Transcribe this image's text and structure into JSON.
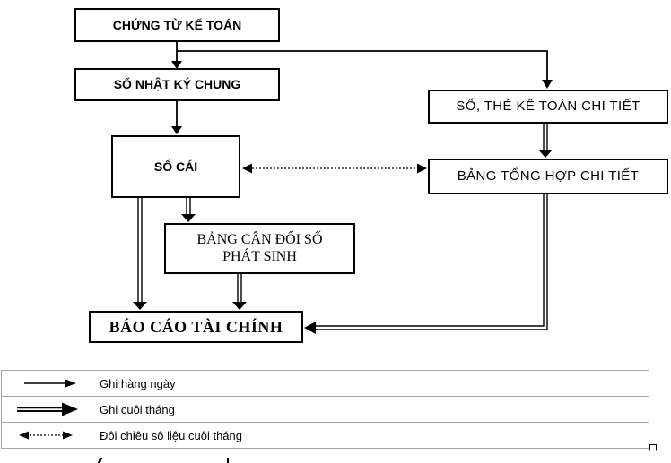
{
  "diagram": {
    "title": "So do hinh thuc ke toan Nhat ky chung (flowchart, no on-screen title)",
    "nodes": {
      "chung_tu": "CHỨNG TỪ KẾ TOÁN",
      "nhat_ky": "SỔ NHẬT KÝ CHUNG",
      "so_cai": "SỔ CÁI",
      "so_the": "SỔ, THẺ KẾ TOÁN CHI TIẾT",
      "tong_hop": "BẢNG TỔNG HỢP CHI TIẾT",
      "can_doi_line1": "BẢNG CÂN ĐỐI SỐ",
      "can_doi_line2": "PHÁT SINH",
      "bao_cao": "BÁO CÁO TÀI CHÍNH"
    },
    "edges": [
      {
        "from": "chung_tu",
        "to": "nhat_ky",
        "style": "single-arrow"
      },
      {
        "from": "chung_tu",
        "to": "so_the",
        "style": "single-arrow"
      },
      {
        "from": "nhat_ky",
        "to": "so_cai",
        "style": "single-arrow"
      },
      {
        "from": "so_the",
        "to": "tong_hop",
        "style": "double-arrow"
      },
      {
        "from": "so_cai",
        "to": "can_doi",
        "style": "double-arrow"
      },
      {
        "from": "so_cai",
        "to": "bao_cao",
        "style": "double-arrow"
      },
      {
        "from": "can_doi",
        "to": "bao_cao",
        "style": "double-arrow"
      },
      {
        "from": "tong_hop",
        "to": "bao_cao",
        "style": "double-arrow"
      },
      {
        "from": "so_cai",
        "to": "tong_hop",
        "style": "dotted-double-arrow"
      }
    ]
  },
  "legend": {
    "rows": [
      {
        "icon": "single-arrow",
        "label": "Ghi hàng ngày"
      },
      {
        "icon": "double-arrow",
        "label": "Ghi cuôi tháng"
      },
      {
        "icon": "dotted-double-arrow",
        "label": "Đôi chiêu sô liệu cuôi tháng"
      }
    ]
  },
  "misc": {
    "stray_glyph": "□"
  },
  "colors": {
    "line": "#000000",
    "text": "#000000",
    "table_border": "#a6a6a6",
    "background": "#ffffff"
  }
}
